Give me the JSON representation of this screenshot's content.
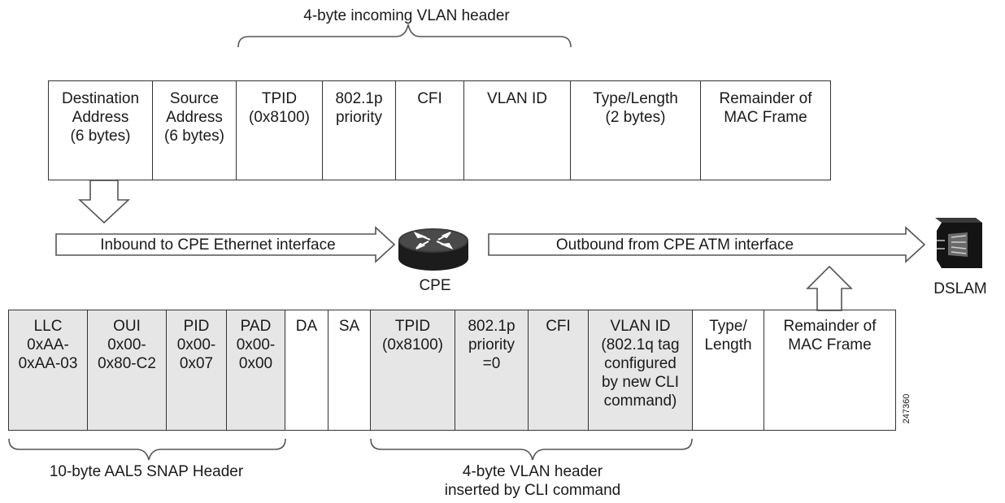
{
  "top_frame": {
    "brace_label": "4-byte incoming VLAN header",
    "fields": [
      "Destination\nAddress\n(6 bytes)",
      "Source\nAddress\n(6 bytes)",
      "TPID\n(0x8100)",
      "802.1p\npriority",
      "CFI",
      "VLAN ID",
      "Type/Length\n(2 bytes)",
      "Remainder of\nMAC Frame"
    ]
  },
  "flow": {
    "inbound_label": "Inbound to CPE Ethernet interface",
    "outbound_label": "Outbound from CPE ATM interface",
    "cpe_label": "CPE",
    "dslam_label": "DSLAM"
  },
  "bottom_frame": {
    "fields": [
      "LLC\n0xAA-\n0xAA-03",
      "OUI\n0x00-\n0x80-C2",
      "PID\n0x00-\n0x07",
      "PAD\n0x00-\n0x00",
      "DA",
      "SA",
      "TPID\n(0x8100)",
      "802.1p\npriority\n=0",
      "CFI",
      "VLAN ID\n(802.1q tag\nconfigured\nby new CLI\ncommand)",
      "Type/\nLength",
      "Remainder of\nMAC Frame"
    ],
    "snap_brace_label": "10-byte AAL5 SNAP Header",
    "vlan_brace_label": "4-byte VLAN header\ninserted by CLI command",
    "figure_id": "247360"
  },
  "colors": {
    "shaded_cell": "#e6e6e6",
    "border": "#333333",
    "router_body": "#1c1c1c"
  }
}
